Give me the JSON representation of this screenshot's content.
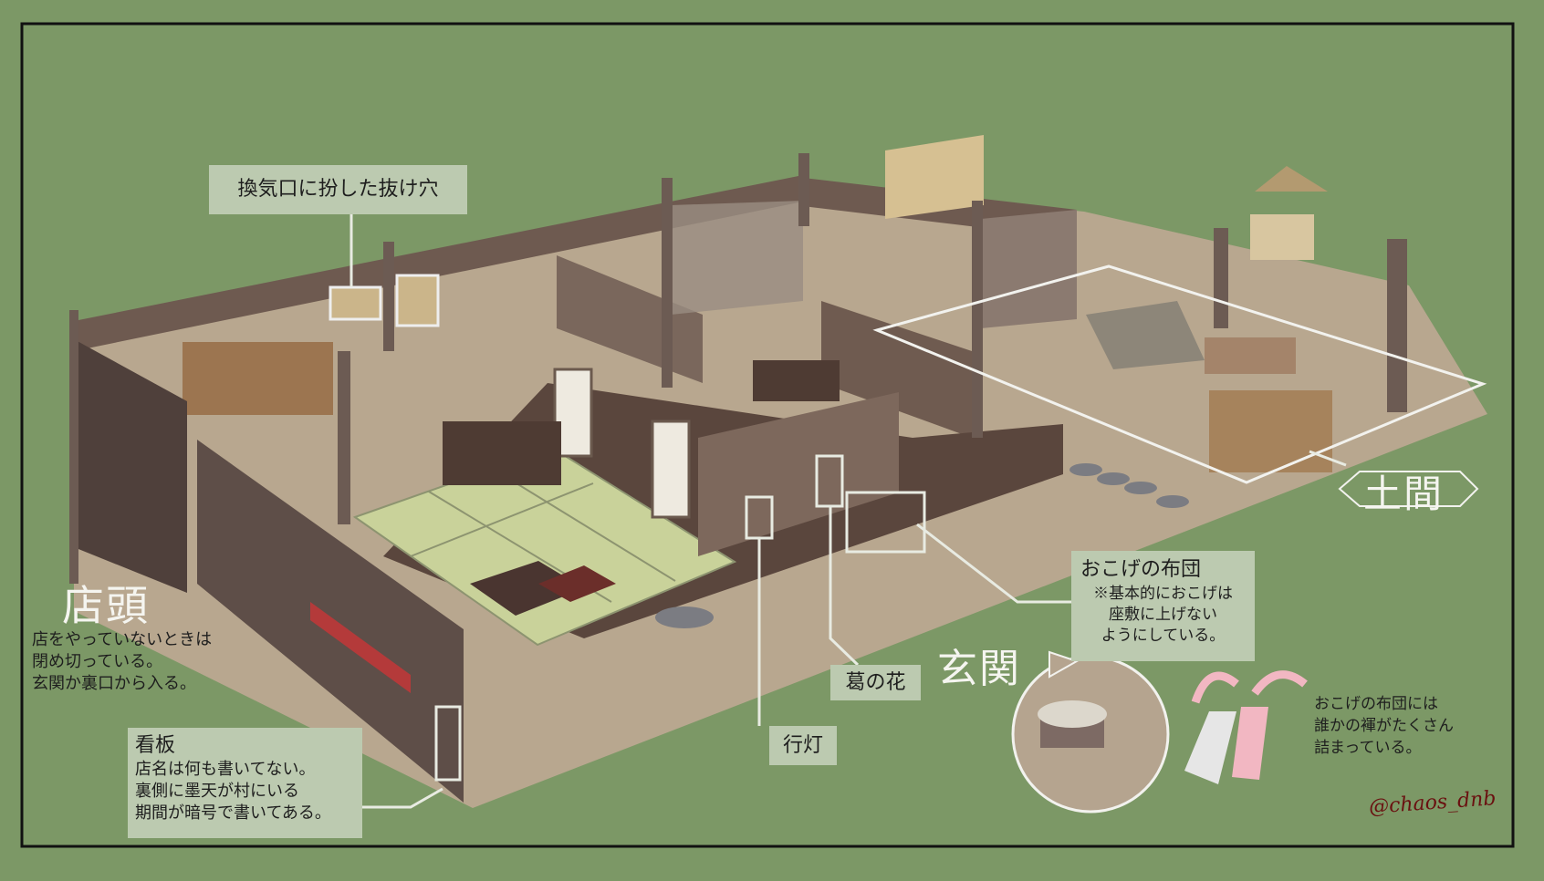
{
  "labels": {
    "vent": "換気口に扮した抜け穴",
    "shopfront": {
      "title": "店頭",
      "lines": [
        "店をやっていないときは",
        "閉め切っている。",
        "玄関か裏口から入る。"
      ]
    },
    "signboard": {
      "title": "看板",
      "lines": [
        "店名は何も書いてない。",
        "裏側に墨天が村にいる",
        "期間が暗号で書いてある。"
      ]
    },
    "okoge_futon": {
      "title": "おこげの布団",
      "lines": [
        "※基本的におこげは",
        "座敷に上げない",
        "ようにしている。"
      ]
    },
    "entrance": "玄関",
    "kudzu": "葛の花",
    "andon": "行灯",
    "doma": "土間",
    "loincloth_note": [
      "おこげの布団には",
      "誰かの褌がたくさん",
      "詰まっている。"
    ]
  },
  "signature": "@chaos_dnb",
  "colors": {
    "background": "#7c9866",
    "label_box": "#bccab0",
    "floor": "#b8a78f",
    "wood_dark": "#5e4c44",
    "tatami": "#c9d29a"
  }
}
